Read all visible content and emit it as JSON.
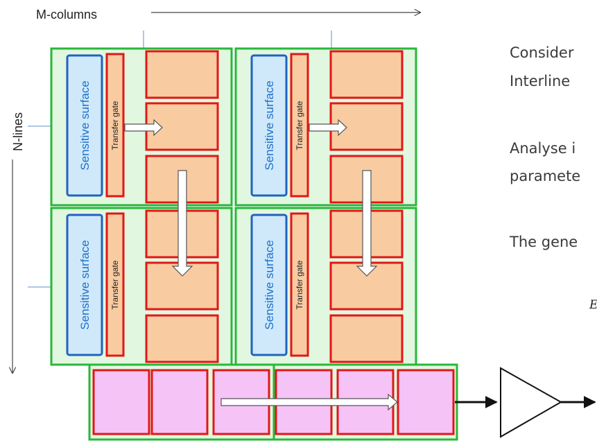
{
  "diagram": {
    "top_axis_label": "M-columns",
    "left_axis_label": "N-lines",
    "pixels": [
      {
        "sensitive_label": "Sensitive surface",
        "gate_label": "Transfer gate"
      },
      {
        "sensitive_label": "Sensitive surface",
        "gate_label": "Transfer gate"
      },
      {
        "sensitive_label": "Sensitive surface",
        "gate_label": "Transfer gate"
      },
      {
        "sensitive_label": "Sensitive surface",
        "gate_label": "Transfer gate"
      }
    ],
    "colors": {
      "pixel_border": "#27b83a",
      "pixel_fill": "#e2f7df",
      "sensitive_border": "#1f63c1",
      "sensitive_fill": "#cfe9fb",
      "sensitive_text": "#1e6fc9",
      "register_border": "#e11717",
      "register_fill": "#f9cba1",
      "readout_fill": "#f6c3f7",
      "arrow_fill": "#ffffff",
      "line": "#222222"
    }
  },
  "text": {
    "line1": "Consider",
    "line2": "Interline",
    "line3": "Analyse i",
    "line4": "paramete",
    "line5": "The gene",
    "formula_fragment": "E"
  }
}
